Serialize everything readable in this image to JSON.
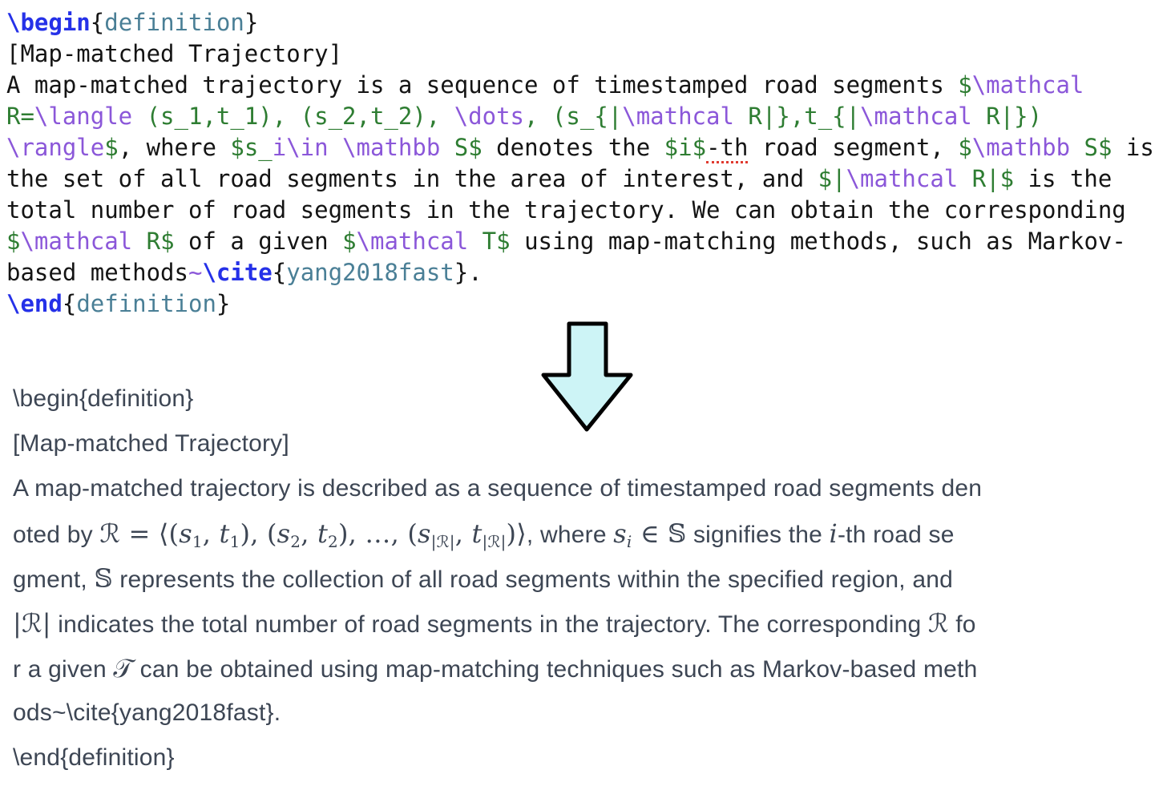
{
  "colors": {
    "background": "#ffffff",
    "code_text": "#141414",
    "code_keyword_blue": "#2531e8",
    "code_env_teal": "#4a7f96",
    "code_math_green": "#2e7d32",
    "code_command_purple": "#8b57d9",
    "spellcheck_red": "#e03a2f",
    "rendered_text": "#3d4654",
    "arrow_fill": "#cdf4f6",
    "arrow_stroke": "#000000"
  },
  "arrow": {
    "icon": "down-arrow"
  },
  "latex_source": {
    "lines": [
      [
        {
          "t": "\\begin",
          "c": "b"
        },
        {
          "t": "{",
          "c": "p"
        },
        {
          "t": "definition",
          "c": "t"
        },
        {
          "t": "}",
          "c": "p"
        }
      ],
      [
        {
          "t": "[Map-matched Trajectory]",
          "c": "p"
        }
      ],
      [
        {
          "t": "A map-matched trajectory is a sequence of timestamped road segments ",
          "c": "p"
        },
        {
          "t": "$",
          "c": "g"
        },
        {
          "t": "\\mathcal",
          "c": "v"
        }
      ],
      [
        {
          "t": "R=",
          "c": "g"
        },
        {
          "t": "\\langle",
          "c": "v"
        },
        {
          "t": " (s_1,t_1), (s_2,t_2), ",
          "c": "g"
        },
        {
          "t": "\\dots",
          "c": "v"
        },
        {
          "t": ", (s_{|",
          "c": "g"
        },
        {
          "t": "\\mathcal",
          "c": "v"
        },
        {
          "t": " R|},t_{|",
          "c": "g"
        },
        {
          "t": "\\mathcal",
          "c": "v"
        },
        {
          "t": " R|})",
          "c": "g"
        }
      ],
      [
        {
          "t": "\\rangle",
          "c": "v"
        },
        {
          "t": "$",
          "c": "g"
        },
        {
          "t": ", where ",
          "c": "p"
        },
        {
          "t": "$s_",
          "c": "g"
        },
        {
          "t": "i\\in",
          "c": "v"
        },
        {
          "t": " ",
          "c": "p"
        },
        {
          "t": "\\mathbb",
          "c": "v"
        },
        {
          "t": " S$",
          "c": "g"
        },
        {
          "t": " denotes the ",
          "c": "p"
        },
        {
          "t": "$i$",
          "c": "g"
        },
        {
          "t": "-th",
          "c": "sp"
        },
        {
          "t": " road segment, ",
          "c": "p"
        },
        {
          "t": "$",
          "c": "g"
        },
        {
          "t": "\\mathbb",
          "c": "v"
        },
        {
          "t": " S$",
          "c": "g"
        },
        {
          "t": " is",
          "c": "p"
        }
      ],
      [
        {
          "t": "the set of all road segments in the area of interest, and ",
          "c": "p"
        },
        {
          "t": "$|",
          "c": "g"
        },
        {
          "t": "\\mathcal",
          "c": "v"
        },
        {
          "t": " R|$",
          "c": "g"
        },
        {
          "t": " is the",
          "c": "p"
        }
      ],
      [
        {
          "t": "total number of road segments in the trajectory. We can obtain the corresponding",
          "c": "p"
        }
      ],
      [
        {
          "t": "$",
          "c": "g"
        },
        {
          "t": "\\mathcal",
          "c": "v"
        },
        {
          "t": " R$",
          "c": "g"
        },
        {
          "t": " of a given ",
          "c": "p"
        },
        {
          "t": "$",
          "c": "g"
        },
        {
          "t": "\\mathcal",
          "c": "v"
        },
        {
          "t": " T$",
          "c": "g"
        },
        {
          "t": " using map-matching methods, such as Markov-",
          "c": "p"
        }
      ],
      [
        {
          "t": "based methods",
          "c": "p"
        },
        {
          "t": "~",
          "c": "v"
        },
        {
          "t": "\\cite",
          "c": "b"
        },
        {
          "t": "{",
          "c": "p"
        },
        {
          "t": "yang2018fast",
          "c": "t"
        },
        {
          "t": "}.",
          "c": "p"
        }
      ],
      [
        {
          "t": "\\end",
          "c": "b"
        },
        {
          "t": "{",
          "c": "p"
        },
        {
          "t": "definition",
          "c": "t"
        },
        {
          "t": "}",
          "c": "p"
        }
      ]
    ]
  },
  "rendered_output": {
    "lines": [
      [
        {
          "t": "\\begin{definition}",
          "c": "tx"
        }
      ],
      [
        {
          "t": "[Map-matched Trajectory]",
          "c": "tx"
        }
      ],
      [
        {
          "t": "A map-matched trajectory is described as a sequence of timestamped road segments den",
          "c": "tx"
        }
      ],
      [
        {
          "t": "oted by ",
          "c": "tx"
        },
        {
          "t": "ℛ",
          "c": "m"
        },
        {
          "t": " = ⟨(",
          "c": "m"
        },
        {
          "t": "s",
          "c": "mi"
        },
        {
          "t": "1",
          "c": "ms"
        },
        {
          "t": ", ",
          "c": "m"
        },
        {
          "t": "t",
          "c": "mi"
        },
        {
          "t": "1",
          "c": "ms"
        },
        {
          "t": "), (",
          "c": "m"
        },
        {
          "t": "s",
          "c": "mi"
        },
        {
          "t": "2",
          "c": "ms"
        },
        {
          "t": ", ",
          "c": "m"
        },
        {
          "t": "t",
          "c": "mi"
        },
        {
          "t": "2",
          "c": "ms"
        },
        {
          "t": "), …, (",
          "c": "m"
        },
        {
          "t": "s",
          "c": "mi"
        },
        {
          "t": "|ℛ|",
          "c": "ms"
        },
        {
          "t": ", ",
          "c": "m"
        },
        {
          "t": "t",
          "c": "mi"
        },
        {
          "t": "|ℛ|",
          "c": "ms"
        },
        {
          "t": ")⟩",
          "c": "m"
        },
        {
          "t": ", where ",
          "c": "tx"
        },
        {
          "t": "s",
          "c": "mi"
        },
        {
          "t": "i",
          "c": "msi"
        },
        {
          "t": " ∈ 𝕊",
          "c": "m"
        },
        {
          "t": " signifies the ",
          "c": "tx"
        },
        {
          "t": "i",
          "c": "mi"
        },
        {
          "t": "-th road se",
          "c": "tx"
        }
      ],
      [
        {
          "t": "gment, ",
          "c": "tx"
        },
        {
          "t": "𝕊",
          "c": "m"
        },
        {
          "t": " represents the collection of all road segments within the specified region, and",
          "c": "tx"
        }
      ],
      [
        {
          "t": "|ℛ|",
          "c": "m"
        },
        {
          "t": " indicates the total number of road segments in the trajectory. The corresponding ",
          "c": "tx"
        },
        {
          "t": "ℛ",
          "c": "m"
        },
        {
          "t": " fo",
          "c": "tx"
        }
      ],
      [
        {
          "t": "r a given ",
          "c": "tx"
        },
        {
          "t": "𝒯",
          "c": "m"
        },
        {
          "t": " can be obtained using map-matching techniques such as Markov-based meth",
          "c": "tx"
        }
      ],
      [
        {
          "t": "ods~\\cite{yang2018fast}.",
          "c": "tx"
        }
      ],
      [
        {
          "t": "\\end{definition}",
          "c": "tx"
        }
      ]
    ]
  }
}
